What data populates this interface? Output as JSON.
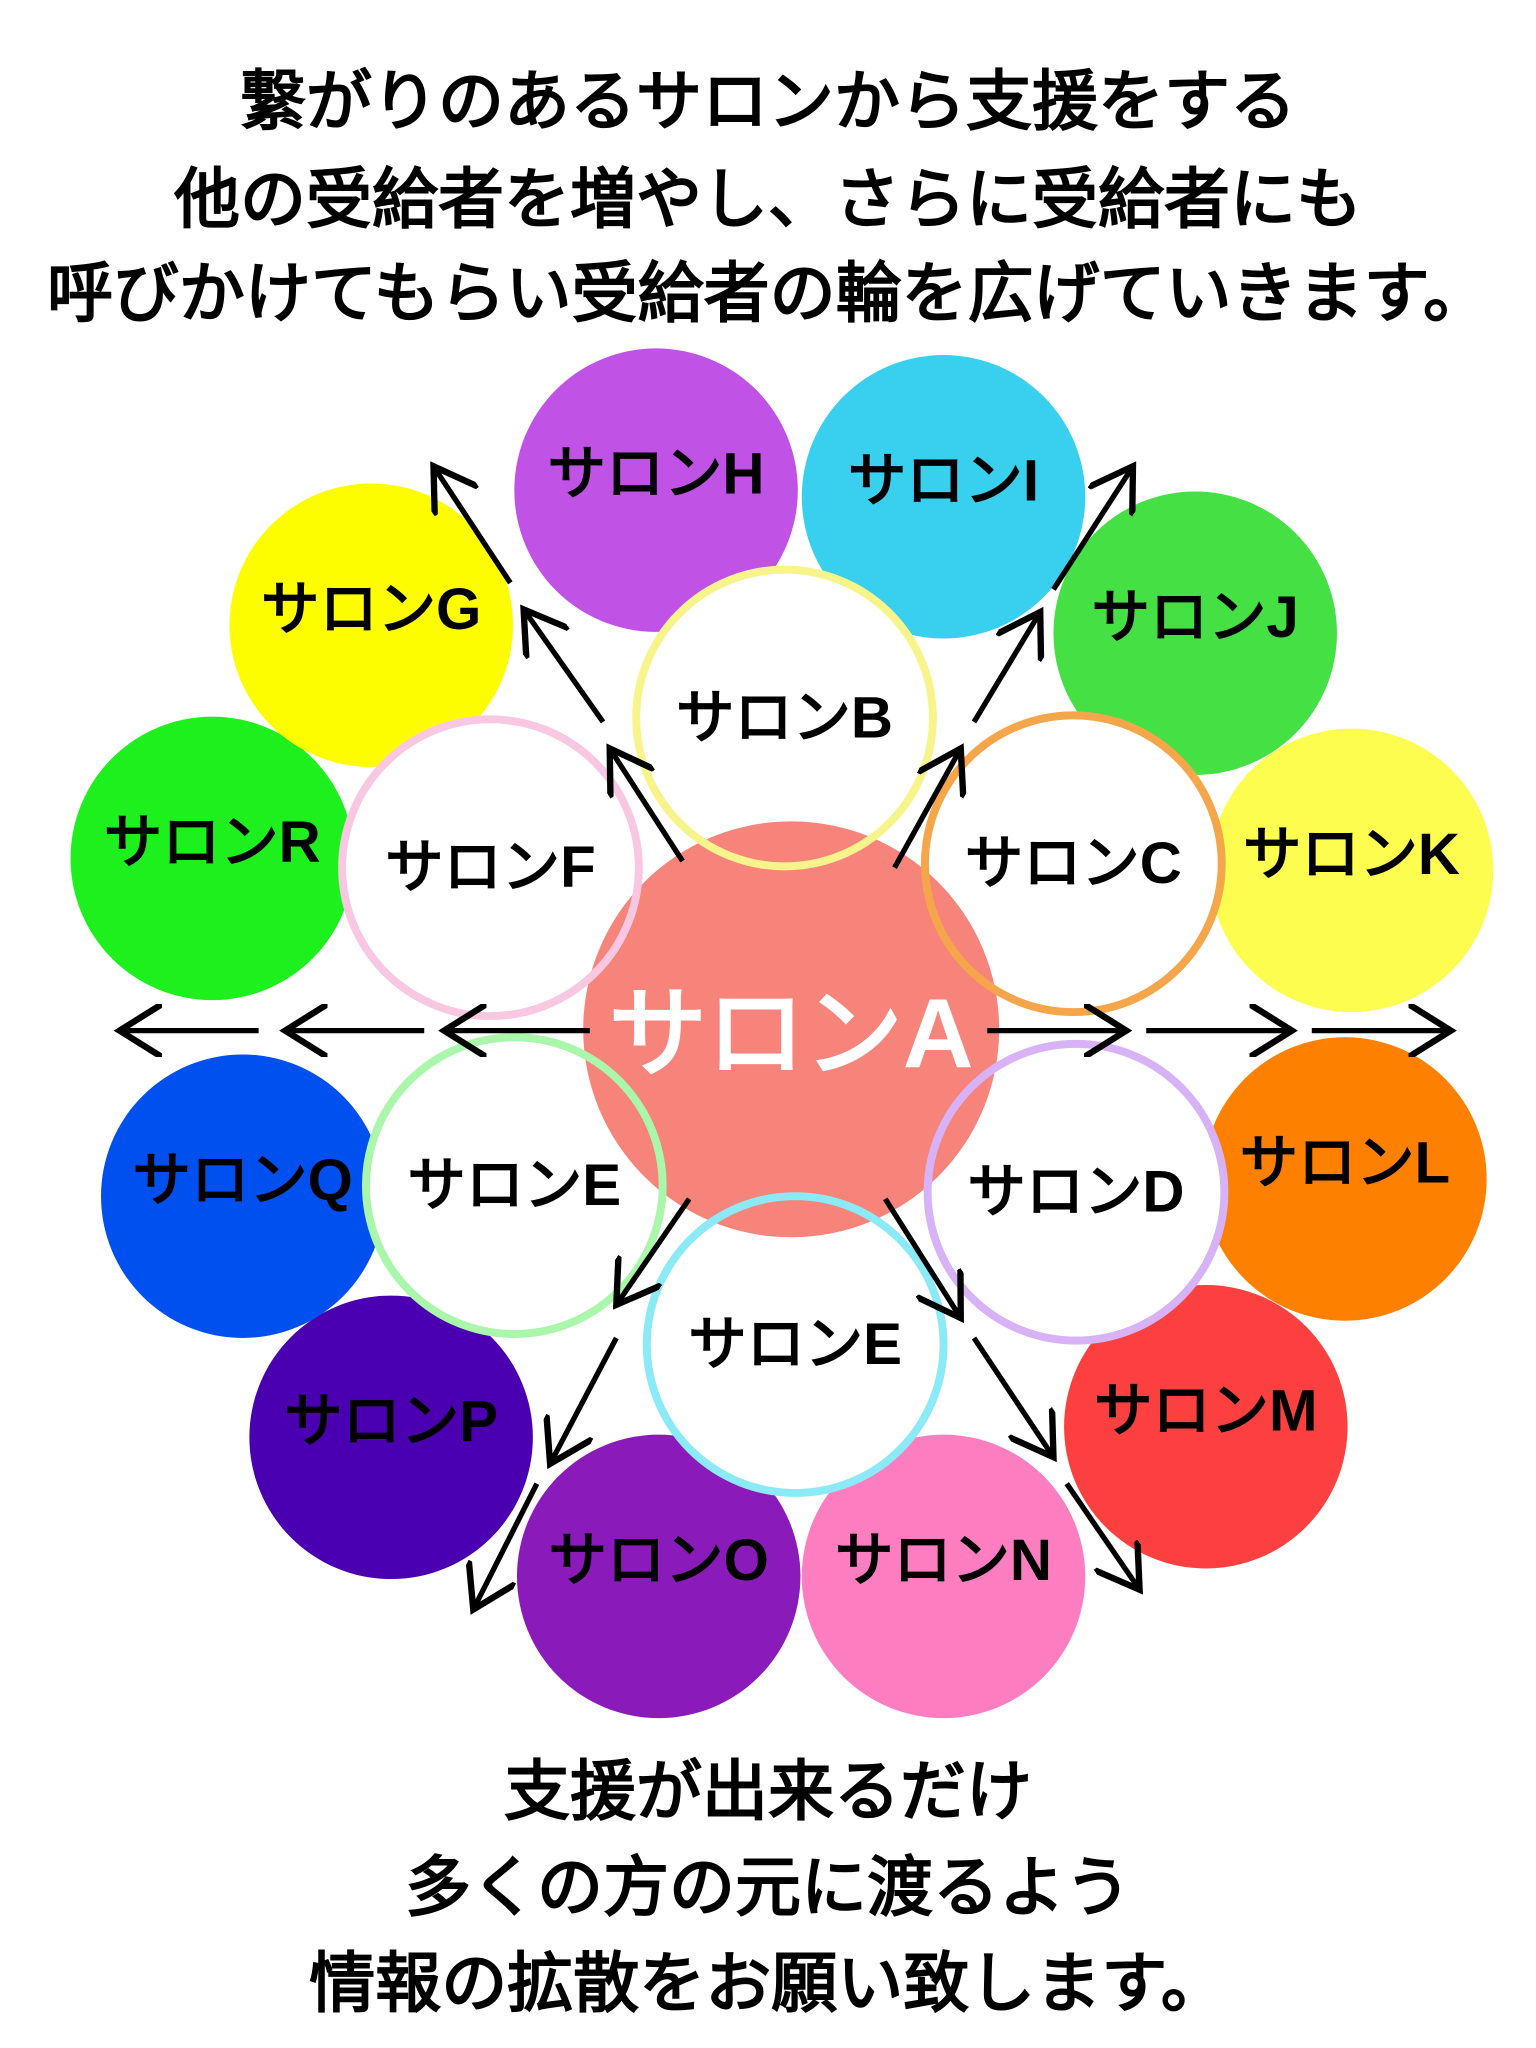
{
  "top_text": [
    "繋がりのあるサロンから支援をする",
    "他の受給者を増やし、さらに受給者にも",
    "呼びかけてもらい受給者の輪を広げていきます。"
  ],
  "bottom_text": [
    "支援が出来るだけ",
    "多くの方の元に渡るよう",
    "情報の拡散をお願い致します。"
  ],
  "center": {
    "label": "サロンA",
    "color": "#f6847a"
  },
  "inner_ring": [
    {
      "label": "サロンB",
      "color": "#f8f48c"
    },
    {
      "label": "サロンC",
      "color": "#f6a64a"
    },
    {
      "label": "サロンD",
      "color": "#d8b2f6"
    },
    {
      "label": "サロンE",
      "color": "#8ceaf6"
    },
    {
      "label": "サロンE",
      "color": "#aaf6aa"
    },
    {
      "label": "サロンF",
      "color": "#f8c8e2"
    }
  ],
  "outer_ring": [
    {
      "label": "サロンH",
      "color": "#c052e6"
    },
    {
      "label": "サロンI",
      "color": "#38d0ee"
    },
    {
      "label": "サロンJ",
      "color": "#44e044"
    },
    {
      "label": "サロンK",
      "color": "#fdfd50"
    },
    {
      "label": "サロンL",
      "color": "#fd8000"
    },
    {
      "label": "サロンM",
      "color": "#fc4040"
    },
    {
      "label": "サロンN",
      "color": "#fc7ec0"
    },
    {
      "label": "サロンO",
      "color": "#8a1bba"
    },
    {
      "label": "サロンP",
      "color": "#4a00b0"
    },
    {
      "label": "サロンQ",
      "color": "#0050f0"
    },
    {
      "label": "サロンR",
      "color": "#1ef01e"
    },
    {
      "label": "サロンG",
      "color": "#fdfd00"
    }
  ]
}
